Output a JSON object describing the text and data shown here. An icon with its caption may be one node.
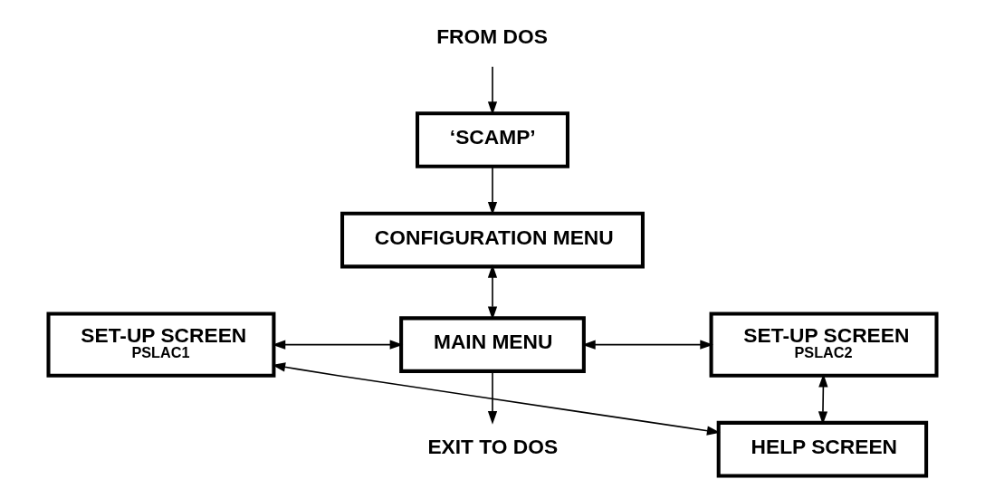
{
  "diagram": {
    "nodes": [
      {
        "text": [
          "FROM DOS"
        ]
      },
      {
        "text": [
          "‘SCAMP’"
        ]
      },
      {
        "text": [
          "CONFIGURATION MENU"
        ]
      },
      {
        "text": [
          "MAIN MENU"
        ]
      },
      {
        "text": [
          "SET-UP SCREEN",
          "PSLAC1"
        ]
      },
      {
        "text": [
          "SET-UP SCREEN",
          "PSLAC2"
        ]
      },
      {
        "text": [
          "EXIT TO DOS"
        ]
      },
      {
        "text": [
          "HELP SCREEN"
        ]
      }
    ],
    "edges": [
      {
        "from": 0,
        "to": 1,
        "arrow": "to"
      },
      {
        "from": 1,
        "to": 2,
        "arrow": "to"
      },
      {
        "from": 2,
        "to": 3,
        "arrow": "both"
      },
      {
        "from": 4,
        "to": 3,
        "arrow": "both"
      },
      {
        "from": 3,
        "to": 5,
        "arrow": "both"
      },
      {
        "from": 3,
        "to": 6,
        "arrow": "to"
      },
      {
        "from": 4,
        "to": 7,
        "arrow": "both"
      },
      {
        "from": 7,
        "to": 5,
        "arrow": "both"
      }
    ]
  }
}
